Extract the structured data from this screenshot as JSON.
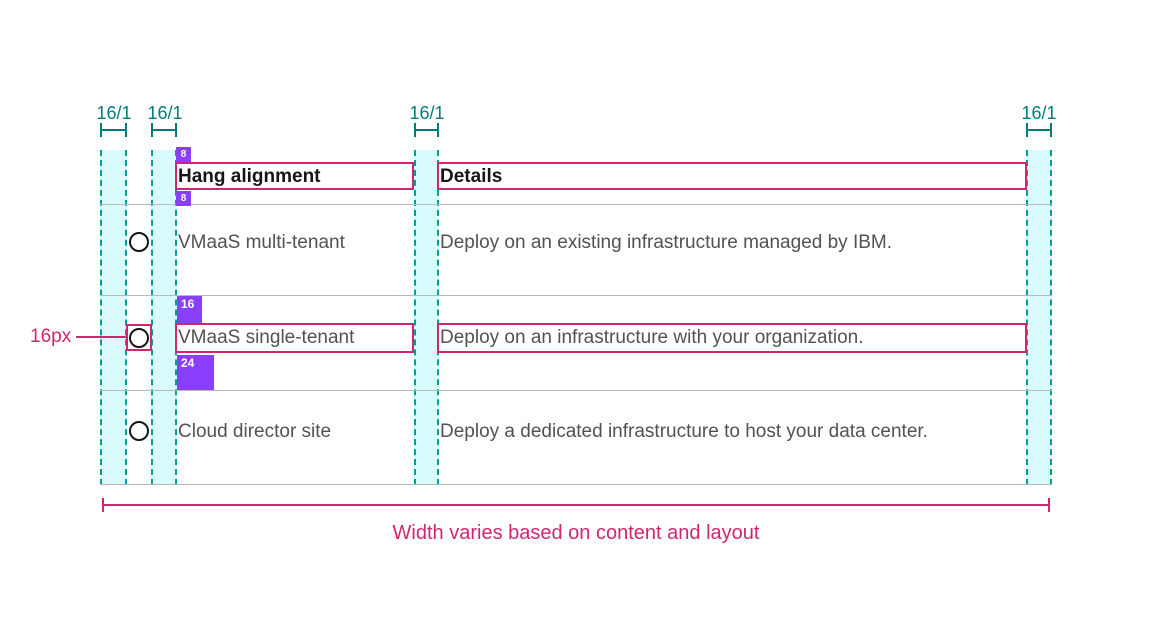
{
  "colors": {
    "teal_label": "#007d79",
    "teal_dash": "#009d9a",
    "cyan_fill": "#d9fbfb",
    "pink": "#d02670",
    "purple": "#8a3ffc",
    "heading_text": "#161616",
    "body_text": "#525252",
    "row_line": "#b8b8b8"
  },
  "measurements": {
    "top_labels": [
      "16/1",
      "16/1",
      "16/1",
      "16/1"
    ],
    "left_label": "16px",
    "bottom_label": "Width varies based on content and layout",
    "spacer_badges": {
      "header_top": "8",
      "header_bottom": "8",
      "row_top": "16",
      "row_bottom": "24"
    }
  },
  "list": {
    "columns": {
      "hang": "Hang alignment",
      "details": "Details"
    },
    "rows": [
      {
        "label": "VMaaS multi-tenant",
        "details": "Deploy on an existing infrastructure managed by IBM."
      },
      {
        "label": "VMaaS single-tenant",
        "details": "Deploy on an infrastructure with your organization."
      },
      {
        "label": "Cloud director site",
        "details": "Deploy a dedicated infrastructure to host your data center."
      }
    ]
  }
}
